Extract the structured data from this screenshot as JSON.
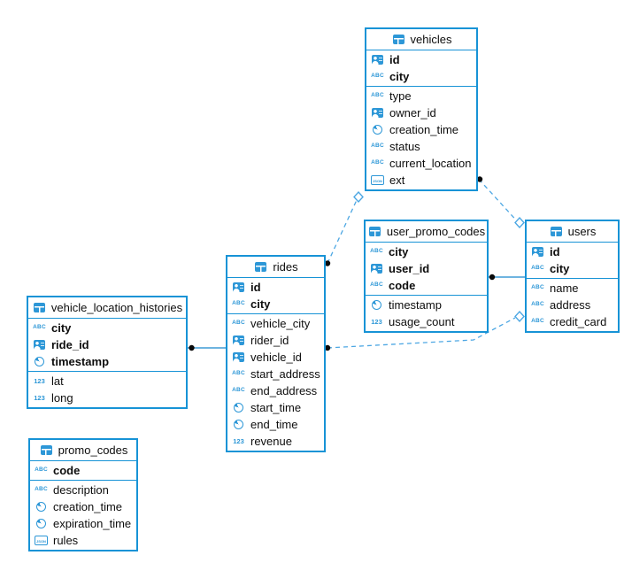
{
  "colors": {
    "table_border": "#1793d6",
    "icon_blue": "#2d97d7",
    "solid_line": "#1787cd",
    "dashed_line": "#4da7e3",
    "connector_dot": "#000000",
    "marker_diamond_fill": "#ffffff"
  },
  "tables": [
    {
      "name": "vehicles",
      "icon": "table-icon",
      "pk": [
        {
          "icon": "id-badge-icon",
          "label": "id"
        },
        {
          "icon": "abc-icon",
          "label": "city"
        }
      ],
      "cols": [
        {
          "icon": "abc-icon",
          "label": "type"
        },
        {
          "icon": "id-badge-icon",
          "label": "owner_id"
        },
        {
          "icon": "clock-icon",
          "label": "creation_time"
        },
        {
          "icon": "abc-icon",
          "label": "status"
        },
        {
          "icon": "abc-icon",
          "label": "current_location"
        },
        {
          "icon": "json-icon",
          "label": "ext"
        }
      ]
    },
    {
      "name": "user_promo_codes",
      "icon": "table-icon",
      "pk": [
        {
          "icon": "abc-icon",
          "label": "city"
        },
        {
          "icon": "id-badge-icon",
          "label": "user_id"
        },
        {
          "icon": "abc-icon",
          "label": "code"
        }
      ],
      "cols": [
        {
          "icon": "clock-icon",
          "label": "timestamp"
        },
        {
          "icon": "123-icon",
          "label": "usage_count"
        }
      ]
    },
    {
      "name": "users",
      "icon": "table-icon",
      "pk": [
        {
          "icon": "id-badge-icon",
          "label": "id"
        },
        {
          "icon": "abc-icon",
          "label": "city"
        }
      ],
      "cols": [
        {
          "icon": "abc-icon",
          "label": "name"
        },
        {
          "icon": "abc-icon",
          "label": "address"
        },
        {
          "icon": "abc-icon",
          "label": "credit_card"
        }
      ]
    },
    {
      "name": "rides",
      "icon": "table-icon",
      "pk": [
        {
          "icon": "id-badge-icon",
          "label": "id"
        },
        {
          "icon": "abc-icon",
          "label": "city"
        }
      ],
      "cols": [
        {
          "icon": "abc-icon",
          "label": "vehicle_city"
        },
        {
          "icon": "id-badge-icon",
          "label": "rider_id"
        },
        {
          "icon": "id-badge-icon",
          "label": "vehicle_id"
        },
        {
          "icon": "abc-icon",
          "label": "start_address"
        },
        {
          "icon": "abc-icon",
          "label": "end_address"
        },
        {
          "icon": "clock-icon",
          "label": "start_time"
        },
        {
          "icon": "clock-icon",
          "label": "end_time"
        },
        {
          "icon": "123-icon",
          "label": "revenue"
        }
      ]
    },
    {
      "name": "vehicle_location_histories",
      "icon": "table-icon",
      "pk": [
        {
          "icon": "abc-icon",
          "label": "city"
        },
        {
          "icon": "id-badge-icon",
          "label": "ride_id"
        },
        {
          "icon": "clock-icon",
          "label": "timestamp"
        }
      ],
      "cols": [
        {
          "icon": "123-icon",
          "label": "lat"
        },
        {
          "icon": "123-icon",
          "label": "long"
        }
      ]
    },
    {
      "name": "promo_codes",
      "icon": "table-icon",
      "pk": [
        {
          "icon": "abc-icon",
          "label": "code"
        }
      ],
      "cols": [
        {
          "icon": "abc-icon",
          "label": "description"
        },
        {
          "icon": "clock-icon",
          "label": "creation_time"
        },
        {
          "icon": "clock-icon",
          "label": "expiration_time"
        },
        {
          "icon": "json-icon",
          "label": "rules"
        }
      ]
    }
  ],
  "connections": [
    {
      "from": "vehicle_location_histories",
      "to": "rides",
      "line_style": "solid",
      "from_marker": "dot",
      "to_marker": "none"
    },
    {
      "from": "rides",
      "to": "vehicles",
      "line_style": "dashed",
      "from_marker": "dot",
      "to_marker": "diamond"
    },
    {
      "from": "rides",
      "to": "users",
      "line_style": "dashed",
      "from_marker": "dot",
      "to_marker": "diamond"
    },
    {
      "from": "user_promo_codes",
      "to": "users",
      "line_style": "solid",
      "from_marker": "dot",
      "to_marker": "none"
    },
    {
      "from": "vehicles",
      "to": "users",
      "line_style": "dashed",
      "from_marker": "dot",
      "to_marker": "diamond"
    }
  ]
}
